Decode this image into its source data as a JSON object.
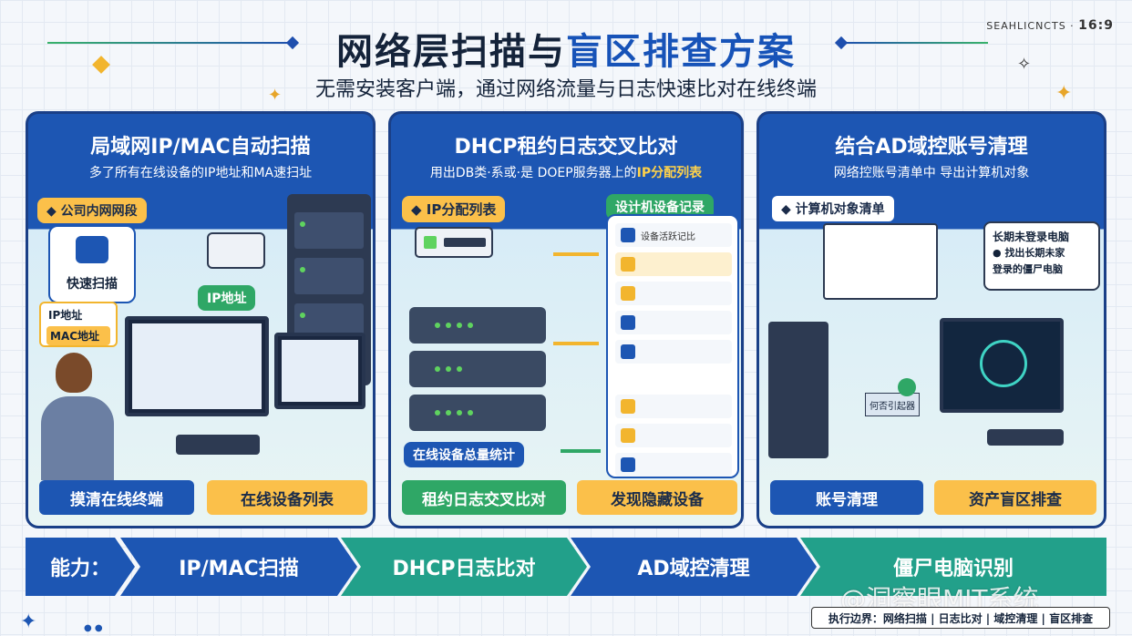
{
  "header": {
    "tag_text": "SEAHLICNCTS · ",
    "tag_ratio": "16:9",
    "title_part1": "网络层扫描与",
    "title_part2": "盲区排查方案",
    "subtitle": "无需安装客户端，通过网络流量与日志快速比对在线终端"
  },
  "panels": [
    {
      "title": "局域网IP/MAC自动扫描",
      "subtitle": "多了所有在线设备的IP地址和MA速扫址",
      "chips": {
        "segment": "公司内网网段",
        "quick_scan": "快速扫描",
        "ip_label": "IP地址",
        "ip_addr": "IP地址",
        "mac_addr": "MAC地址"
      },
      "buttons": [
        "摸清在线终端",
        "在线设备列表"
      ]
    },
    {
      "title": "DHCP租约日志交叉比对",
      "subtitle_a": "用出DB类·系或·是 DOEP服务器上的",
      "subtitle_b": "IP分配列表",
      "chips": {
        "ip_list": "IP分配列表",
        "device_record": "设计机设备记录",
        "total_stats": "在线设备总量统计"
      },
      "list_items": [
        "设备活跃记比",
        "",
        "",
        "",
        "",
        "",
        "",
        ""
      ],
      "buttons": [
        "租约日志交叉比对",
        "发现隐藏设备"
      ]
    },
    {
      "title": "结合AD域控账号清理",
      "subtitle": "网络控账号清单中  导出计算机对象",
      "chips": {
        "computer_list": "计算机对象清单",
        "long_unlogged": "长期未登录电脑",
        "find_zombie_1": "找出长期未家",
        "find_zombie_2": "登录的僵尸电脑",
        "screen_note": "何否引起器"
      },
      "buttons": [
        "账号清理",
        "资产盲区排查"
      ]
    }
  ],
  "capabilities": {
    "label": "能力：",
    "items": [
      "IP/MAC扫描",
      "DHCP日志比对",
      "AD域控清理",
      "僵尸电脑识别"
    ]
  },
  "footer": {
    "watermark": "@洞察眼MIT系统",
    "boundary": "执行边界：网络扫描 | 日志比对 | 域控清理 | 盲区排查"
  },
  "colors": {
    "brand_blue": "#1d56b3",
    "accent_orange": "#fbc04a",
    "accent_green": "#2fa766"
  }
}
